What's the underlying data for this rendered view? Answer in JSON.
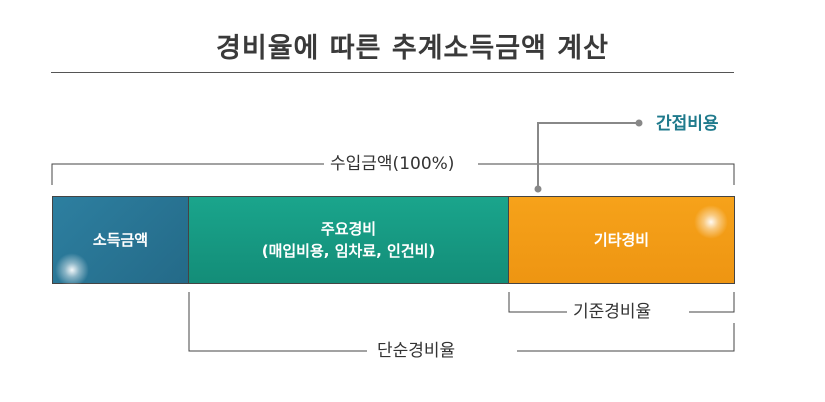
{
  "title": "경비율에 따른 추계소득금액 계산",
  "segments": {
    "income": "소득금액",
    "main_line1": "주요경비",
    "main_line2": "(매입비용, 임차료, 인건비)",
    "other": "기타경비"
  },
  "labels": {
    "revenue": "수입금액(100%)",
    "indirect": "간접비용",
    "standard_rate": "기준경비율",
    "simple_rate": "단순경비율"
  },
  "colors": {
    "income": "#2a7a9b",
    "main": "#17a085",
    "other": "#f39c12",
    "accent_text": "#1f7a8c"
  }
}
